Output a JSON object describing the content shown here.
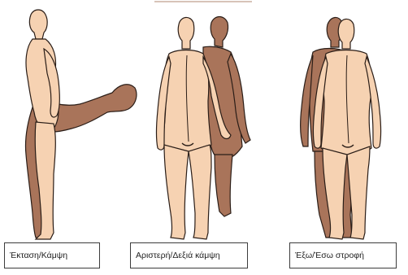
{
  "colors": {
    "skin_front": "#f6d2b2",
    "skin_back": "#a9745a",
    "outline": "#2a1d17",
    "label_border": "#3c3c3c"
  },
  "panels": [
    {
      "label": "Έκταση/Κάμψη"
    },
    {
      "label": "Αριστερή/Δεξιά κάμψη"
    },
    {
      "label": "Έξω/Έσω στροφή"
    }
  ]
}
